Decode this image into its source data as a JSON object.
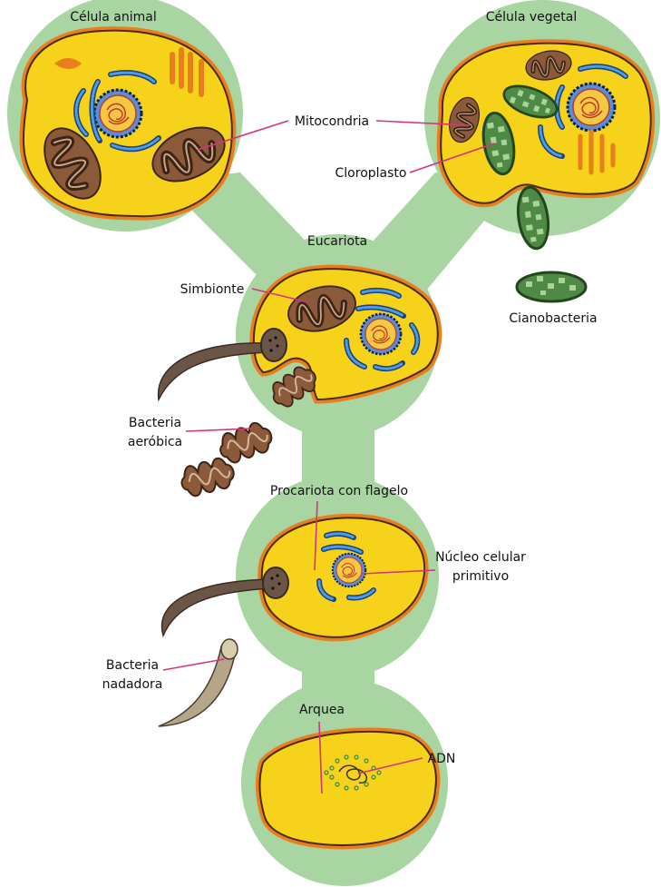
{
  "labels": {
    "celula_animal": "Célula animal",
    "celula_vegetal": "Célula vegetal",
    "mitocondria": "Mitocondria",
    "cloroplasto": "Cloroplasto",
    "eucariota": "Eucariota",
    "cianobacteria": "Cianobacteria",
    "simbionte": "Simbionte",
    "bacteria_aerobica_1": "Bacteria",
    "bacteria_aerobica_2": "aeróbica",
    "procariota": "Procariota con flagelo",
    "nucleo_1": "Núcleo celular",
    "nucleo_2": "primitivo",
    "bacteria_nadadora_1": "Bacteria",
    "bacteria_nadadora_2": "nadadora",
    "arquea": "Arquea",
    "adn": "ADN"
  },
  "colors": {
    "background_tree": "#a8d5a2",
    "cytoplasm": "#f7d21a",
    "membrane": "#e87f1c",
    "mitochondria": "#8a5a3a",
    "chloroplast": "#4e8a45",
    "pointer_lines": "#d6337f"
  }
}
